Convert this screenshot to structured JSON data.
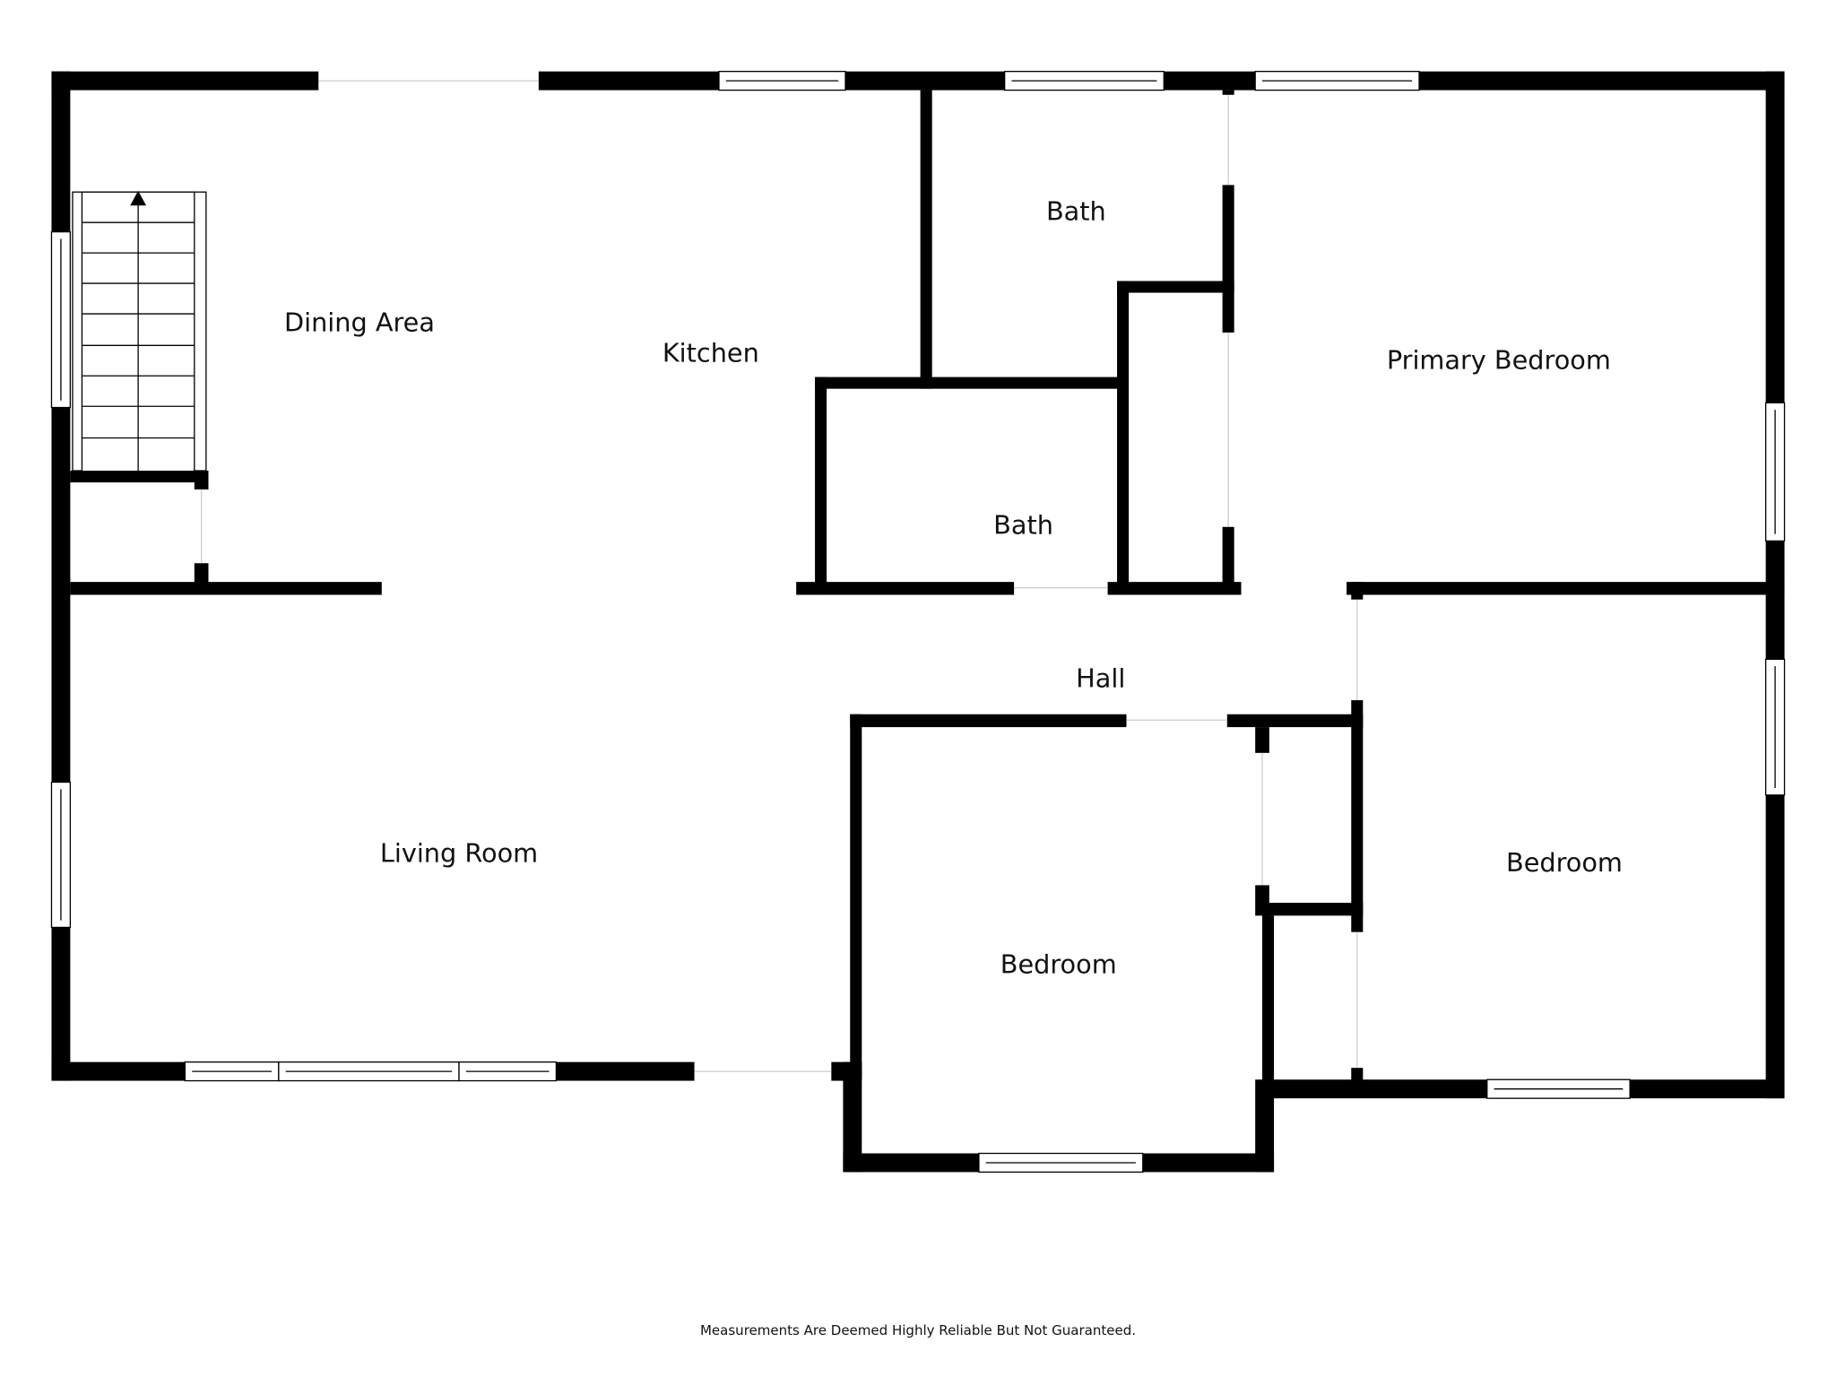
{
  "rooms": {
    "dining_area": "Dining Area",
    "kitchen": "Kitchen",
    "bath_upper": "Bath",
    "bath_lower": "Bath",
    "primary_bedroom": "Primary Bedroom",
    "hall": "Hall",
    "living_room": "Living Room",
    "bedroom_center": "Bedroom",
    "bedroom_right": "Bedroom"
  },
  "footer": "Measurements Are Deemed Highly Reliable But Not Guaranteed.",
  "colors": {
    "wall": "#000000",
    "background": "#ffffff"
  }
}
